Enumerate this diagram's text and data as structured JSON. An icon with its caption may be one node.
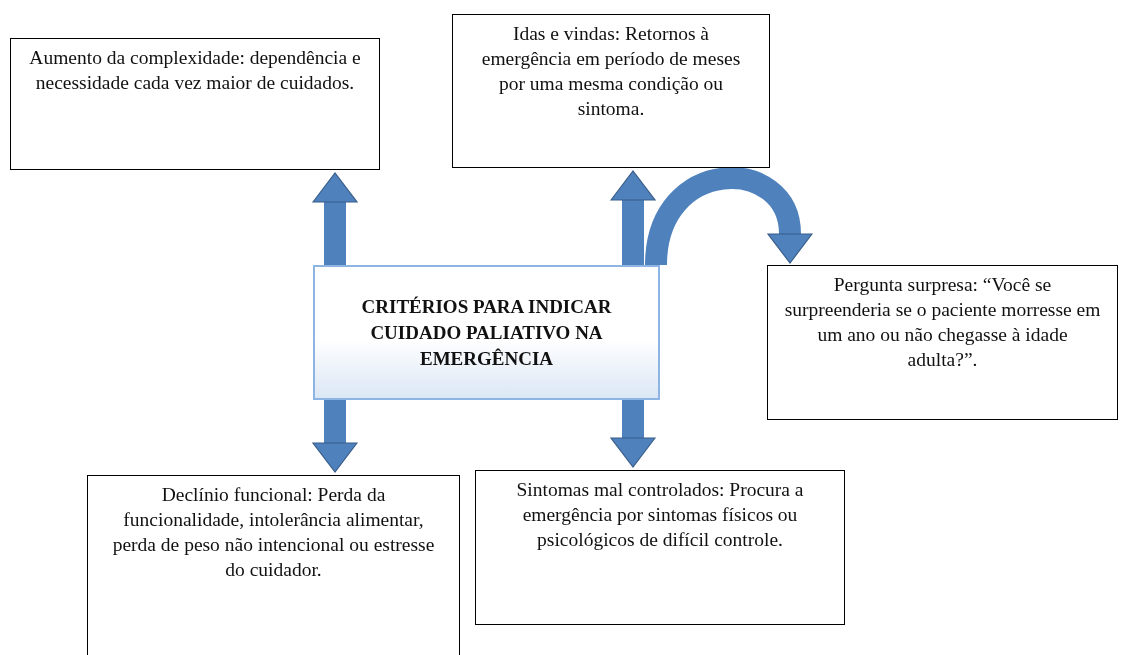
{
  "diagram": {
    "nodes": [
      {
        "text": [
          "CRITÉRIOS PARA INDICAR CUIDADO PALIATIVO NA EMERGÊNCIA"
        ]
      },
      {
        "text": [
          "Aumento da complexidade: dependência e necessidade cada vez maior de cuidados."
        ]
      },
      {
        "text": [
          "Idas e vindas: Retornos à emergência em período de meses por uma mesma condição ou sintoma."
        ]
      },
      {
        "text": [
          "Pergunta surpresa: “Você se surpreenderia se o paciente morresse em um ano ou não chegasse à idade adulta?”."
        ]
      },
      {
        "text": [
          "Declínio funcional: Perda da funcionalidade, intolerância alimentar, perda de peso não intencional ou estresse do cuidador."
        ]
      },
      {
        "text": [
          "Sintomas mal controlados: Procura a emergência por sintomas físicos ou psicológicos de difícil controle."
        ]
      }
    ],
    "edges": [
      {
        "from": 0,
        "to": 1,
        "arrow": "to"
      },
      {
        "from": 0,
        "to": 2,
        "arrow": "to"
      },
      {
        "from": 0,
        "to": 3,
        "arrow": "to"
      },
      {
        "from": 0,
        "to": 4,
        "arrow": "to"
      },
      {
        "from": 0,
        "to": 5,
        "arrow": "to"
      }
    ]
  }
}
